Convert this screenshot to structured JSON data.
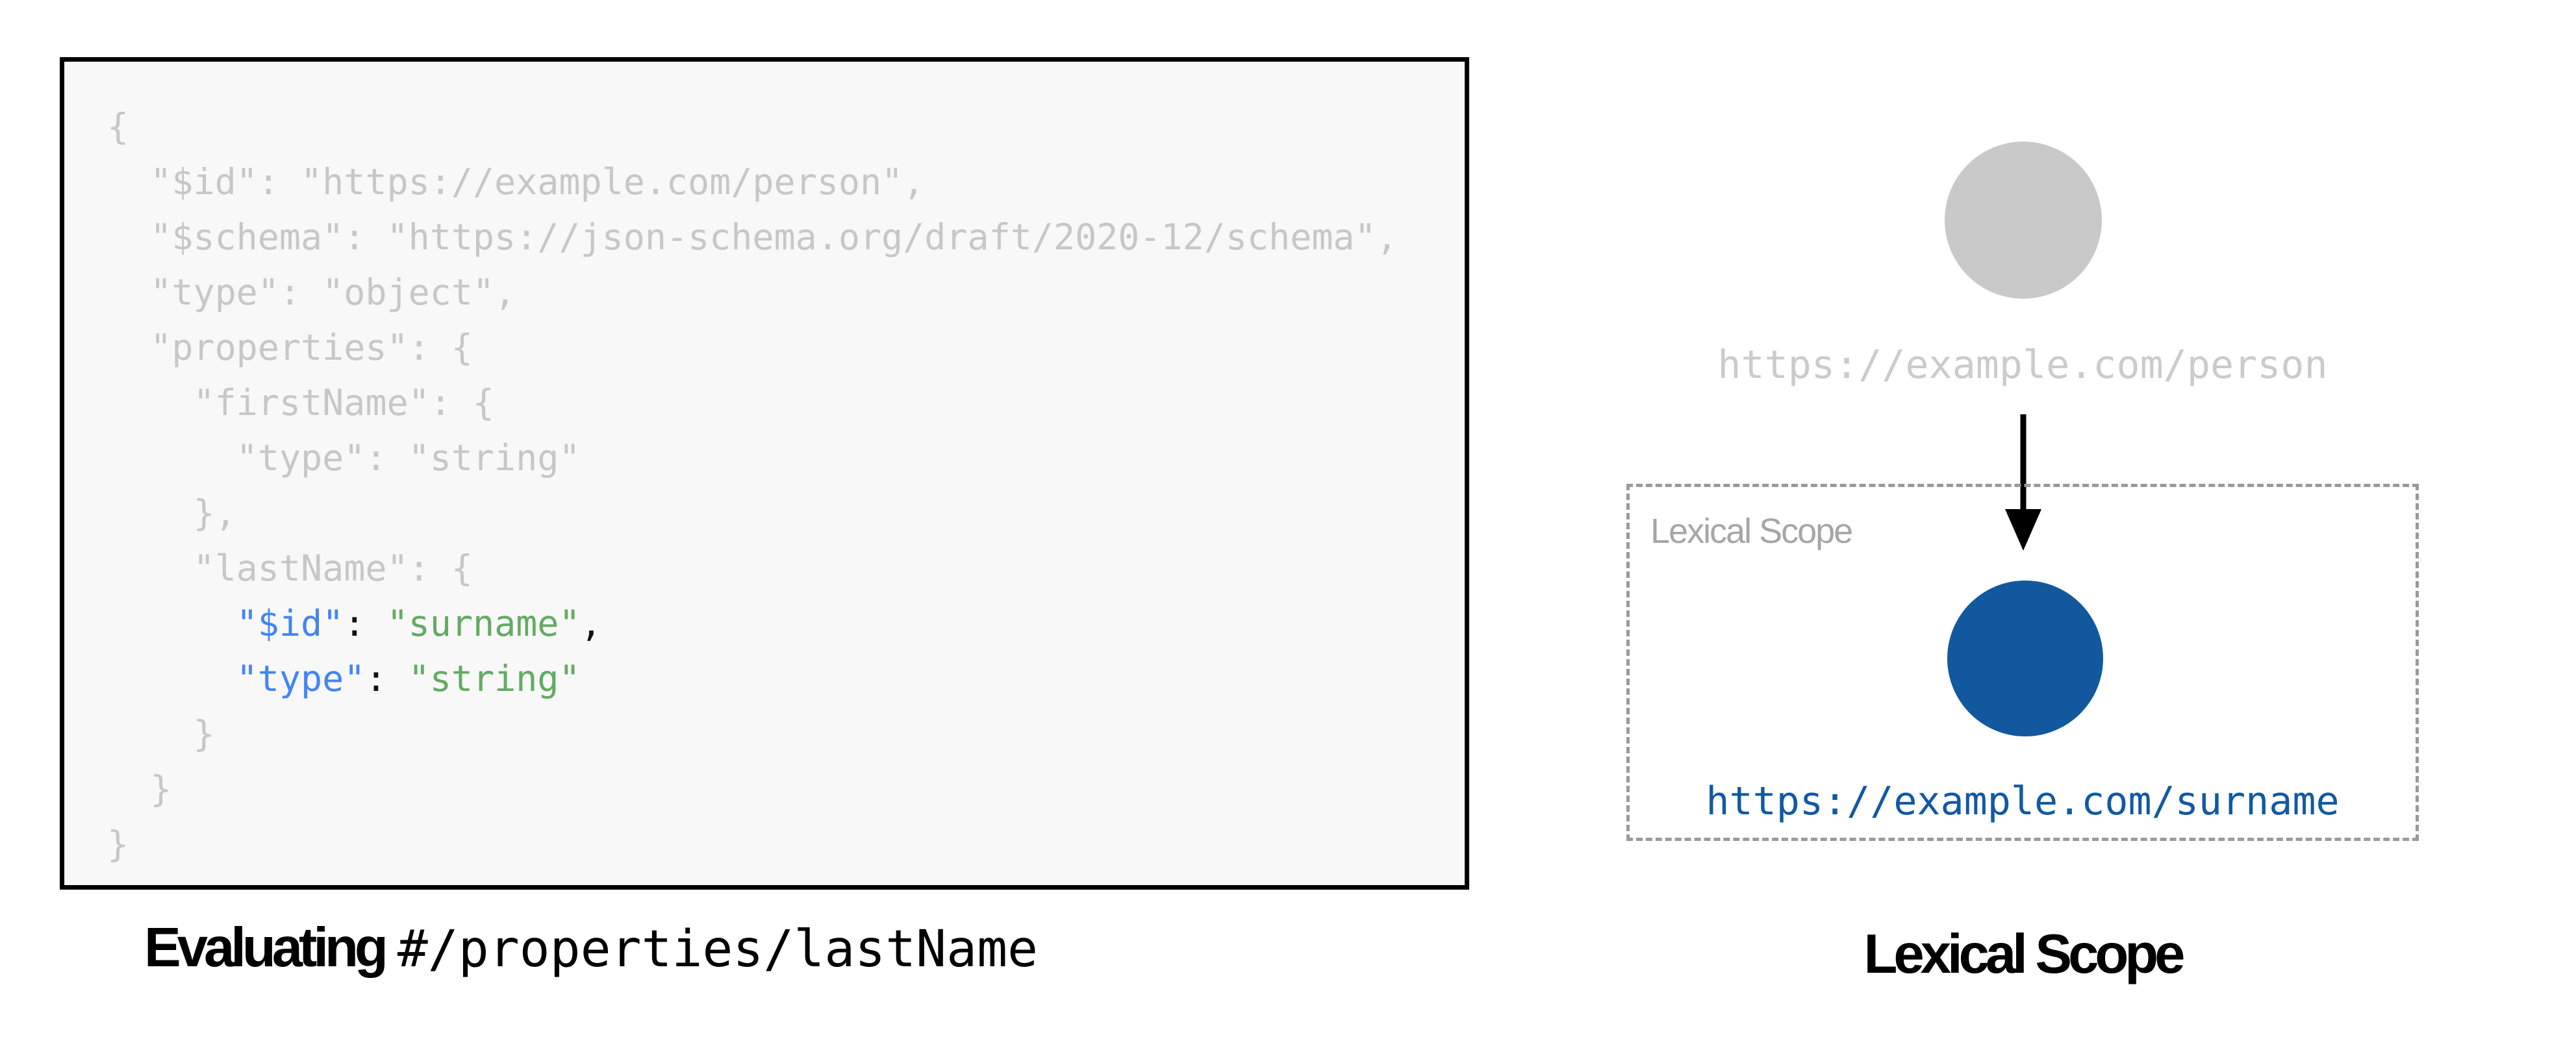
{
  "left_panel": {
    "caption": {
      "bold": "Evaluating",
      "path": "#/properties/lastName"
    },
    "code": {
      "lines": [
        {
          "tokens": [
            {
              "t": "{",
              "c": "muted"
            }
          ]
        },
        {
          "tokens": [
            {
              "t": "  \"$id\": \"https://example.com/person\",",
              "c": "muted"
            }
          ]
        },
        {
          "tokens": [
            {
              "t": "  \"$schema\": \"https://json-schema.org/draft/2020-12/schema\",",
              "c": "muted"
            }
          ]
        },
        {
          "tokens": [
            {
              "t": "  \"type\": \"object\",",
              "c": "muted"
            }
          ]
        },
        {
          "tokens": [
            {
              "t": "  \"properties\": {",
              "c": "muted"
            }
          ]
        },
        {
          "tokens": [
            {
              "t": "    \"firstName\": {",
              "c": "muted"
            }
          ]
        },
        {
          "tokens": [
            {
              "t": "      \"type\": \"string\"",
              "c": "muted"
            }
          ]
        },
        {
          "tokens": [
            {
              "t": "    },",
              "c": "muted"
            }
          ]
        },
        {
          "tokens": [
            {
              "t": "    \"lastName\": {",
              "c": "muted"
            }
          ]
        },
        {
          "tokens": [
            {
              "t": "      ",
              "c": "muted"
            },
            {
              "t": "\"$id\"",
              "c": "key"
            },
            {
              "t": ": ",
              "c": "plain"
            },
            {
              "t": "\"surname\"",
              "c": "str"
            },
            {
              "t": ",",
              "c": "plain"
            }
          ]
        },
        {
          "tokens": [
            {
              "t": "      ",
              "c": "muted"
            },
            {
              "t": "\"type\"",
              "c": "key"
            },
            {
              "t": ": ",
              "c": "plain"
            },
            {
              "t": "\"string\"",
              "c": "str"
            }
          ]
        },
        {
          "tokens": [
            {
              "t": "    }",
              "c": "muted"
            }
          ]
        },
        {
          "tokens": [
            {
              "t": "  }",
              "c": "muted"
            }
          ]
        },
        {
          "tokens": [
            {
              "t": "}",
              "c": "muted"
            }
          ]
        }
      ]
    }
  },
  "right_panel": {
    "parent_node": {
      "label": "https://example.com/person"
    },
    "scope_box": {
      "label": "Lexical Scope"
    },
    "child_node": {
      "label": "https://example.com/surname"
    },
    "caption": "Lexical Scope"
  },
  "colors": {
    "panel_bg": "#f8f8f8",
    "panel_border": "#000000",
    "code_muted": "#c7c7c7",
    "code_key": "#4285f4",
    "code_string": "#64aa64",
    "code_plain": "#111111",
    "node_gray": "#c9c9c9",
    "node_blue": "#12589e",
    "url_gray": "#cbcbcb",
    "url_blue": "#1259a2",
    "scope_border": "#9a9a9a",
    "scope_label": "#a6a6a6",
    "arrow_black": "#000000"
  }
}
